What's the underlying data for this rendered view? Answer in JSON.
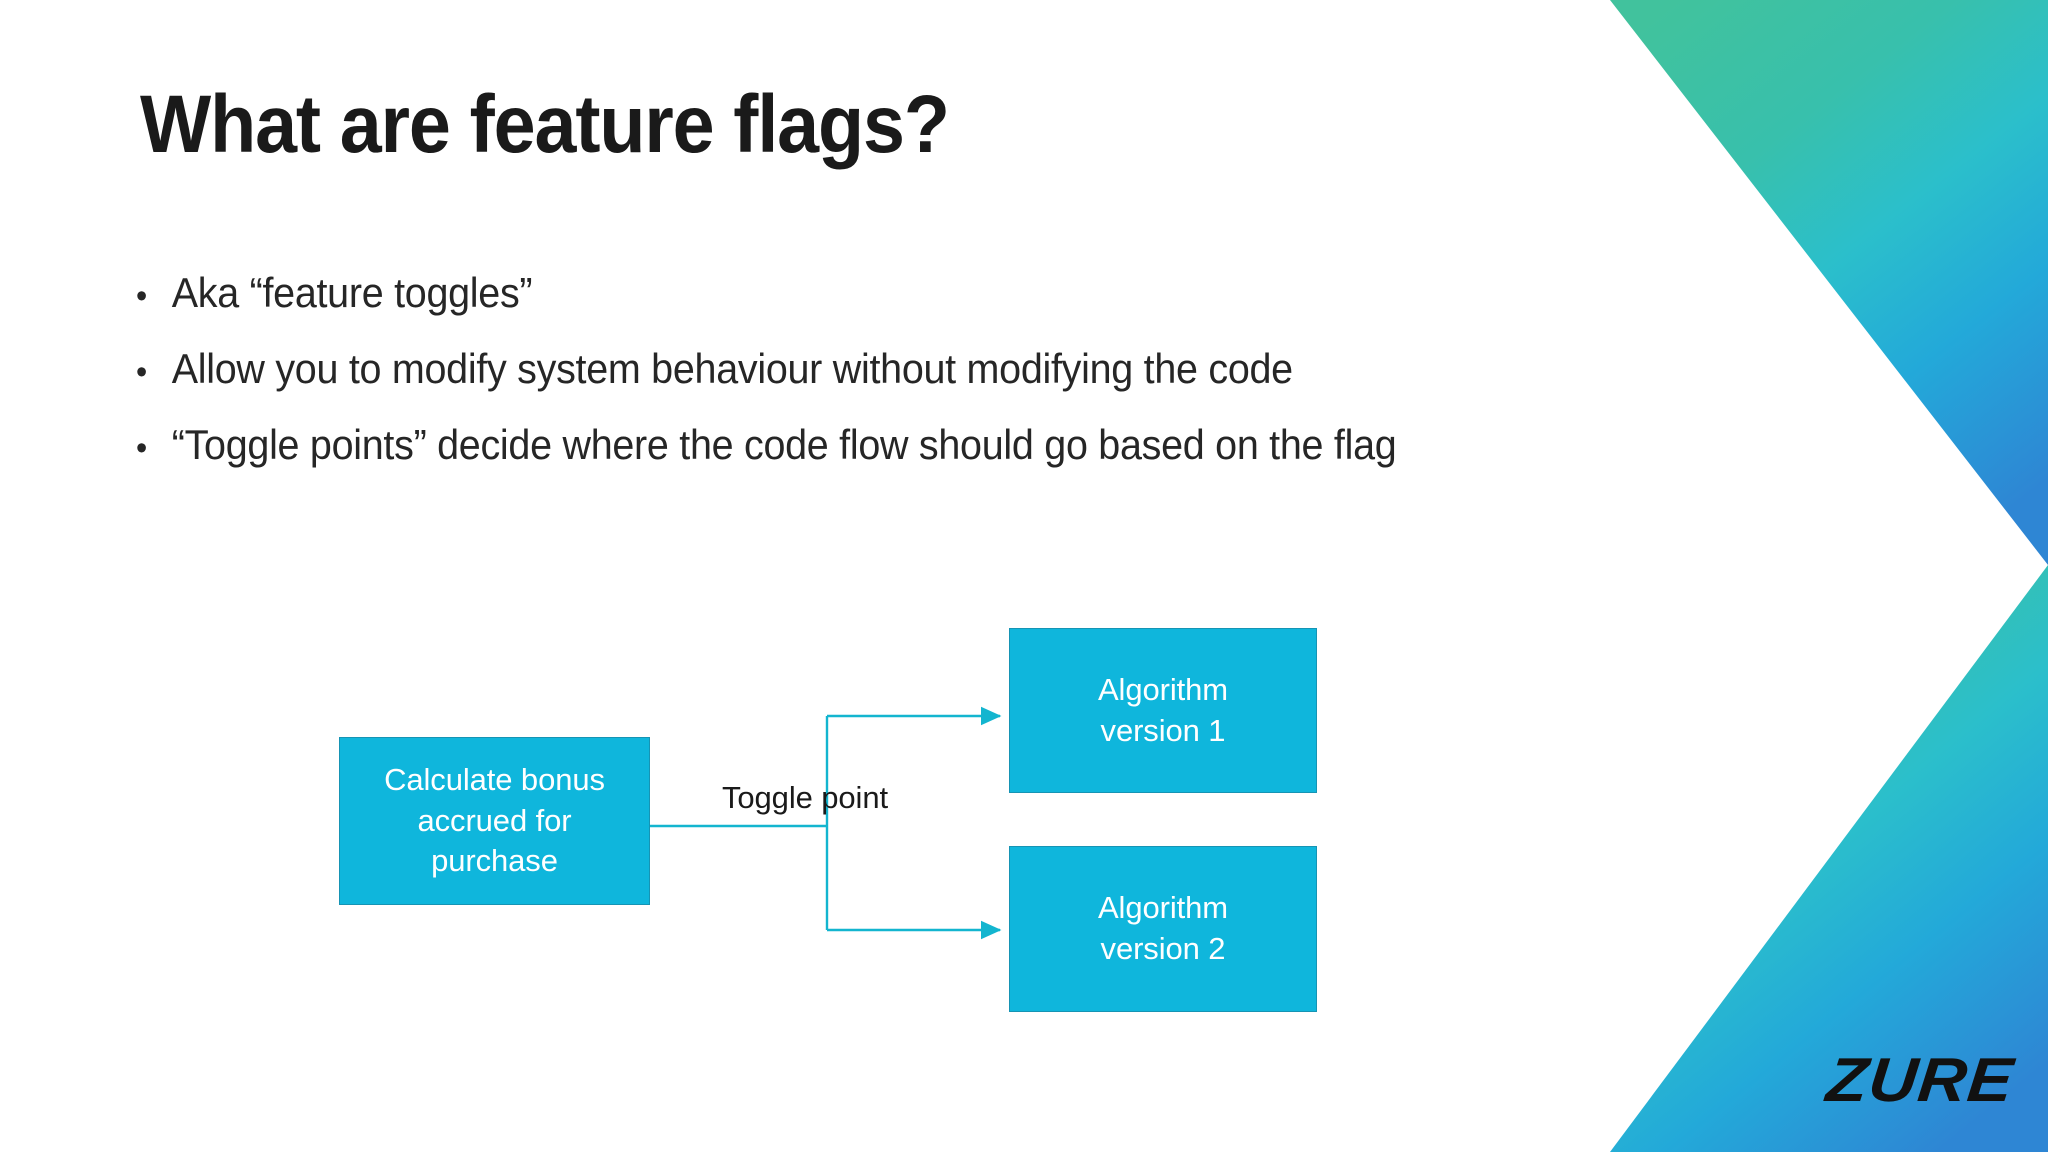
{
  "slide": {
    "title": "What are feature flags?",
    "bullet_marker": "•",
    "bullets": [
      "Aka “feature toggles”",
      "Allow you to modify system behaviour without modifying the code",
      "“Toggle points” decide where the code flow should go based on the flag"
    ]
  },
  "diagram": {
    "source_box": {
      "line1": "Calculate bonus",
      "line2": "accrued for",
      "line3": "purchase"
    },
    "toggle_label": "Toggle point",
    "target_boxes": [
      {
        "line1": "Algorithm",
        "line2": "version 1"
      },
      {
        "line1": "Algorithm",
        "line2": "version 2"
      }
    ]
  },
  "branding": {
    "logo_text": "ZURE"
  },
  "colors": {
    "box_fill": "#0FB6DC",
    "box_border": "#1694b4",
    "connector": "#13B5CF",
    "text_dark": "#1a1a1a",
    "text_body": "#262626",
    "corner_green": "#3EBFA0",
    "corner_teal": "#2BBFCB",
    "corner_blue": "#2E8FD6",
    "background": "#ffffff"
  }
}
